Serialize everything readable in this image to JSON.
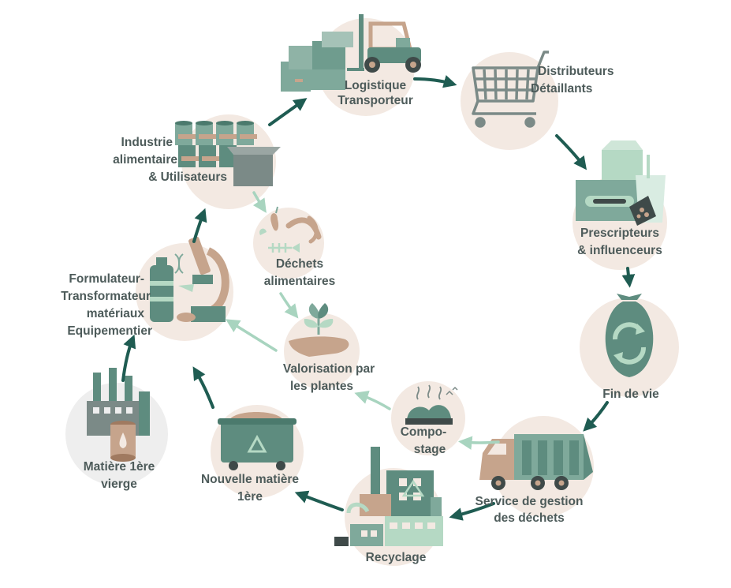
{
  "nodes": {
    "logistique": {
      "line1": "Logistique",
      "line2": "Transporteur",
      "icon": "forklift-icon"
    },
    "distributeurs": {
      "line1": "Distributeurs",
      "line2": "Détaillants",
      "icon": "shopping-cart-icon"
    },
    "prescripteurs": {
      "line1": "Prescripteurs",
      "line2": "& influenceurs",
      "icon": "food-packaging-icon"
    },
    "fin_de_vie": {
      "line1": "Fin de vie",
      "icon": "garbage-bag-recycle-icon"
    },
    "service": {
      "line1": "Service de gestion",
      "line2": "des déchets",
      "icon": "garbage-truck-icon"
    },
    "recyclage": {
      "line1": "Recyclage",
      "icon": "recycling-factory-icon"
    },
    "nouvelle": {
      "line1": "Nouvelle matière",
      "line2": "1ère",
      "icon": "recycle-bin-icon"
    },
    "matiere": {
      "line1": "Matière 1ère",
      "line2": "vierge",
      "icon": "oil-factory-icon"
    },
    "formulateur": {
      "line1": "Formulateur-",
      "line2": "Transformateur",
      "line3": "matériaux",
      "line4": "Equipementier",
      "icon": "laboratory-icon"
    },
    "industrie": {
      "line1": "Industrie",
      "line2": "alimentaire",
      "line3": "& Utilisateurs",
      "icon": "canned-food-icon"
    },
    "dechets": {
      "line1": "Déchets",
      "line2": "alimentaires",
      "icon": "food-scraps-icon"
    },
    "valorisation": {
      "line1": "Valorisation par",
      "line2": "les plantes",
      "icon": "plant-in-hand-icon"
    },
    "compostage": {
      "line1": "Compo-",
      "line2": "stage",
      "icon": "compost-heap-icon"
    }
  },
  "colors": {
    "arrow_main": "#1f5c52",
    "arrow_light": "#a8d4bf",
    "circle_beige": "#f3e9e2",
    "circle_gray": "#eeeeee",
    "teal_dark": "#5e8c7f",
    "teal_mid": "#7fa99b",
    "mint": "#b5d9c4",
    "tan": "#c6a48c",
    "text": "#4d5b5a"
  }
}
